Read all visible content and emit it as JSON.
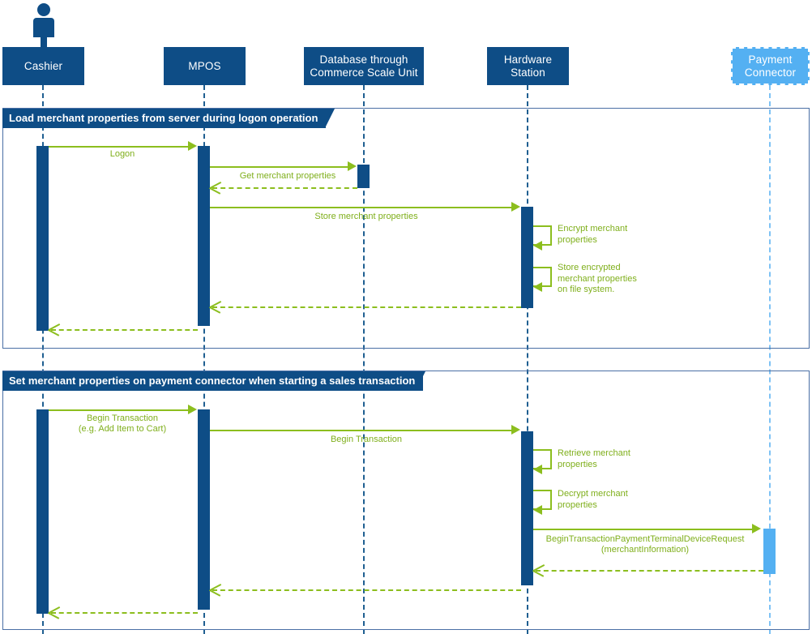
{
  "diagram": {
    "type": "uml-sequence-diagram",
    "title": "Merchant properties sequence diagram",
    "colors": {
      "lifeline_dark": "#0E4D86",
      "lifeline_light": "#54B0F2",
      "message_green": "#8CBE1E",
      "label_green": "#7FAF1B",
      "fragment_border": "#4A6FA5",
      "background": "#FFFFFF"
    }
  },
  "participants": [
    {
      "id": "cashier",
      "label": "Cashier",
      "kind": "actor",
      "style": "dark"
    },
    {
      "id": "mpos",
      "label": "MPOS",
      "kind": "component",
      "style": "dark"
    },
    {
      "id": "database",
      "label": "Database through\nCommerce Scale Unit",
      "kind": "component",
      "style": "dark"
    },
    {
      "id": "hwstation",
      "label": "Hardware\nStation",
      "kind": "component",
      "style": "dark"
    },
    {
      "id": "payment",
      "label": "Payment\nConnector",
      "kind": "component",
      "style": "light"
    }
  ],
  "fragments": [
    {
      "id": "fragment-logon",
      "label": "Load merchant properties from server during logon operation",
      "messages": [
        {
          "from": "cashier",
          "to": "mpos",
          "label": "Logon",
          "kind": "call"
        },
        {
          "from": "mpos",
          "to": "database",
          "label": "Get merchant properties",
          "kind": "call"
        },
        {
          "from": "database",
          "to": "mpos",
          "label": "",
          "kind": "return"
        },
        {
          "from": "mpos",
          "to": "hwstation",
          "label": "Store merchant properties",
          "kind": "call"
        },
        {
          "from": "hwstation",
          "to": "hwstation",
          "label": "Encrypt merchant\nproperties",
          "kind": "self"
        },
        {
          "from": "hwstation",
          "to": "hwstation",
          "label": "Store encrypted\nmerchant properties\non file system.",
          "kind": "self"
        },
        {
          "from": "hwstation",
          "to": "mpos",
          "label": "",
          "kind": "return"
        },
        {
          "from": "mpos",
          "to": "cashier",
          "label": "",
          "kind": "return"
        }
      ]
    },
    {
      "id": "fragment-sales-transaction",
      "label": "Set merchant properties on payment connector when starting a sales transaction",
      "messages": [
        {
          "from": "cashier",
          "to": "mpos",
          "label": "Begin Transaction\n(e.g. Add Item to Cart)",
          "kind": "call"
        },
        {
          "from": "mpos",
          "to": "hwstation",
          "label": "Begin Transaction",
          "kind": "call"
        },
        {
          "from": "hwstation",
          "to": "hwstation",
          "label": "Retrieve merchant\nproperties",
          "kind": "self"
        },
        {
          "from": "hwstation",
          "to": "hwstation",
          "label": "Decrypt merchant\nproperties",
          "kind": "self"
        },
        {
          "from": "hwstation",
          "to": "payment",
          "label": "BeginTransactionPaymentTerminalDeviceRequest\n(merchantInformation)",
          "kind": "call"
        },
        {
          "from": "payment",
          "to": "hwstation",
          "label": "",
          "kind": "return"
        },
        {
          "from": "hwstation",
          "to": "mpos",
          "label": "",
          "kind": "return"
        },
        {
          "from": "mpos",
          "to": "cashier",
          "label": "",
          "kind": "return"
        }
      ]
    }
  ],
  "labels": {
    "p0": "Cashier",
    "p1": "MPOS",
    "p2": "Database through\nCommerce Scale Unit",
    "p3": "Hardware\nStation",
    "p4": "Payment\nConnector",
    "f0_title": "Load merchant properties from server during logon operation",
    "f1_title": "Set merchant properties on payment connector when starting a sales transaction",
    "m_logon": "Logon",
    "m_get_merchant_properties": "Get merchant properties",
    "m_store_merchant_properties": "Store merchant properties",
    "m_encrypt": "Encrypt merchant\nproperties",
    "m_store_encrypted": "Store encrypted\nmerchant properties\non file system.",
    "m_begin_transaction_cashier": "Begin Transaction\n(e.g. Add Item to Cart)",
    "m_begin_transaction_hw": "Begin Transaction",
    "m_retrieve": "Retrieve merchant\nproperties",
    "m_decrypt": "Decrypt merchant\nproperties",
    "m_begin_transaction_payment": "BeginTransactionPaymentTerminalDeviceRequest\n(merchantInformation)"
  }
}
